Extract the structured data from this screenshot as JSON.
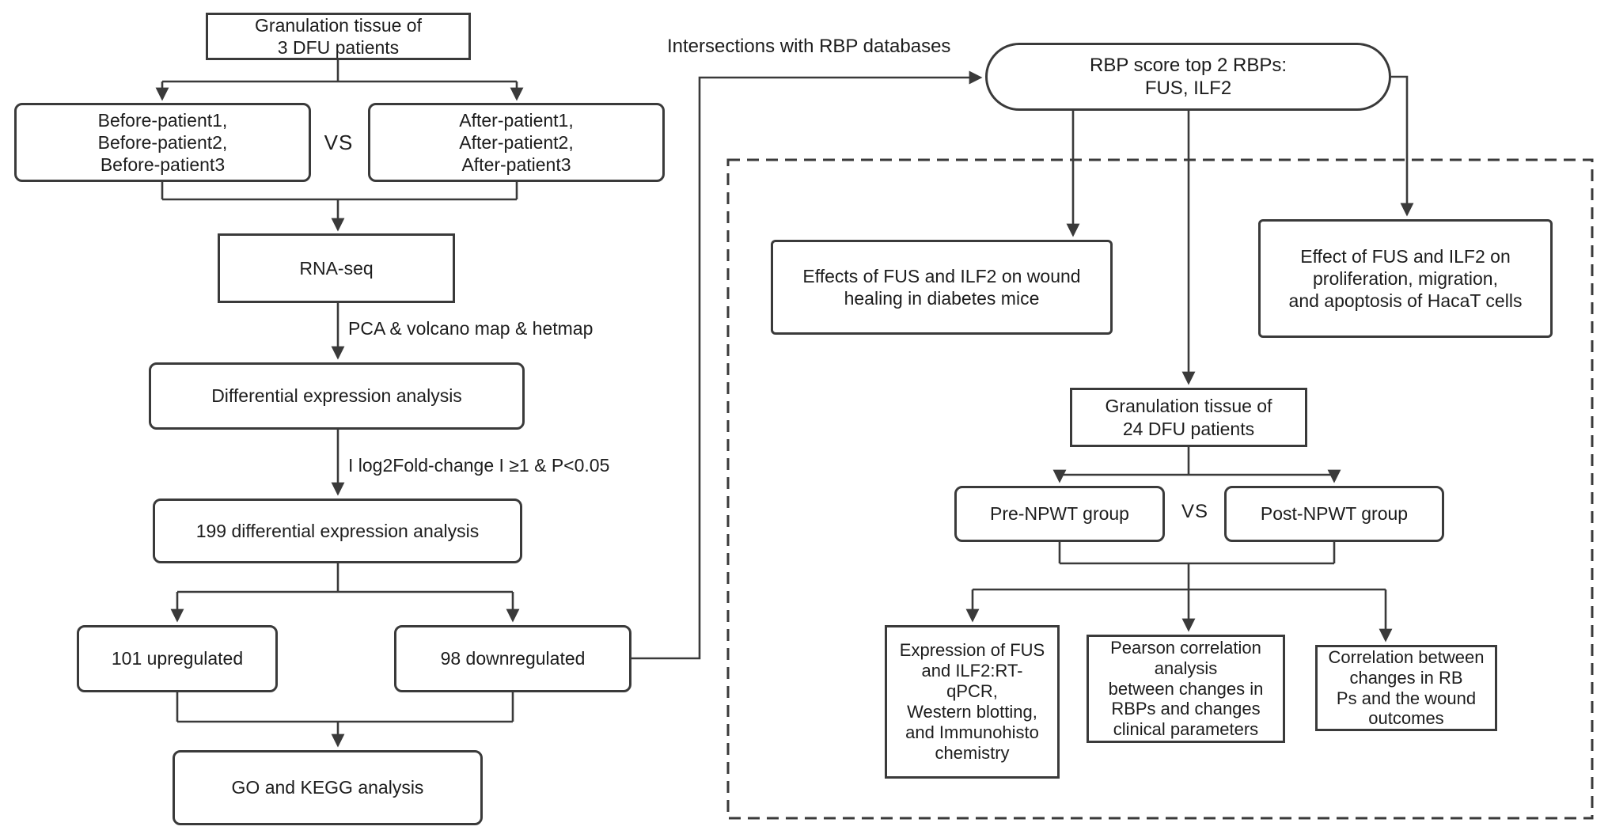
{
  "diagram": {
    "left": {
      "box_granulation3": "Granulation tissue of\n3 DFU patients",
      "box_before": "Before-patient1,\nBefore-patient2,\nBefore-patient3",
      "vs1": "VS",
      "box_after": "After-patient1,\nAfter-patient2,\nAfter-patient3",
      "box_rnaseq": "RNA-seq",
      "edge_label_pca": "PCA & volcano map & hetmap",
      "box_dea": "Differential expression analysis",
      "edge_label_log2": "I log2Fold-change I ≥1 & P<0.05",
      "box_199": "199 differential expression analysis",
      "box_up": "101 upregulated",
      "box_down": "98 downregulated",
      "box_gokegg": "GO and KEGG analysis"
    },
    "right": {
      "edge_label_intersections": "Intersections with RBP databases",
      "box_rbp_top2": "RBP score top 2 RBPs:\nFUS, ILF2",
      "box_mice": "Effects of FUS and ILF2 on wound\nhealing in diabetes mice",
      "box_hacat": "Effect of FUS and ILF2 on\nproliferation, migration,\nand apoptosis of HacaT cells",
      "box_granulation24": "Granulation tissue of\n24 DFU patients",
      "box_pre": "Pre-NPWT group",
      "vs2": "VS",
      "box_post": "Post-NPWT group",
      "box_expression": "Expression of FUS\nand ILF2:RT-\nqPCR,\nWestern blotting,\nand Immunohisto\nchemistry",
      "box_pearson": "Pearson correlation\nanalysis\nbetween changes in\nRBPs and changes\nclinical parameters",
      "box_correlation": "Correlation between\nchanges in RB\nPs and the wound\noutcomes"
    },
    "colors": {
      "line": "#3a3a3a",
      "text": "#1d1d1d",
      "background": "#ffffff"
    }
  }
}
